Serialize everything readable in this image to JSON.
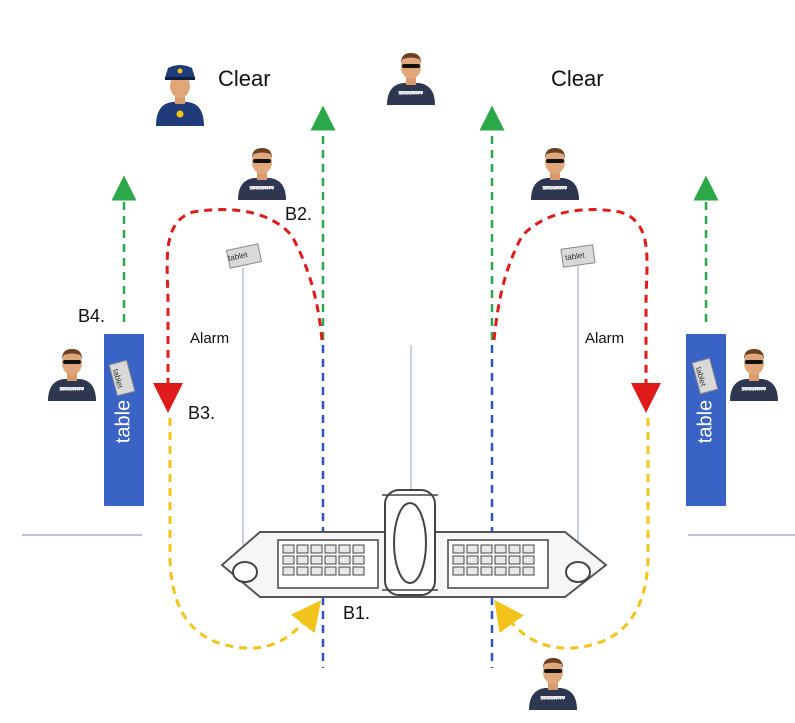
{
  "labels": {
    "clear_left": "Clear",
    "clear_right": "Clear",
    "b1": "B1.",
    "b2": "B2.",
    "b3": "B3.",
    "b4": "B4.",
    "alarm_left": "Alarm",
    "alarm_right": "Alarm",
    "table_left": "table",
    "table_right": "table",
    "tablet": "tablet",
    "security": "SECURITY"
  },
  "colors": {
    "green": "#2aa84a",
    "red": "#e01b1b",
    "yellow": "#f2c31a",
    "blue": "#2b55c4",
    "table_fill": "#3a63c6",
    "guard_uniform": "#2e3650",
    "police_uniform": "#1f3b7a",
    "skin": "#e0a77a"
  },
  "icons": {
    "guard": "security-guard-icon",
    "police": "police-officer-icon",
    "tablet": "tablet-icon",
    "robot": "robot-top-view-icon"
  }
}
